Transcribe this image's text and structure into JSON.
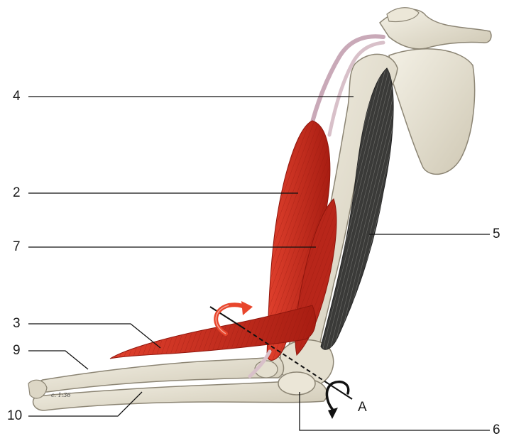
{
  "labels": {
    "l4": "4",
    "l2": "2",
    "l7": "7",
    "l3": "3",
    "l9": "9",
    "l10": "10",
    "l5": "5",
    "l6": "6",
    "axis": "A"
  },
  "signature": "c. 1:36",
  "colors": {
    "bone": "#e8e3d3",
    "bone_shade": "#b9b29f",
    "muscle": "#cc2a1c",
    "muscle_dark": "#a11a10",
    "dark_muscle": "#3a3a38",
    "leader": "#111111",
    "rotation_arrow": "#e8462c"
  }
}
